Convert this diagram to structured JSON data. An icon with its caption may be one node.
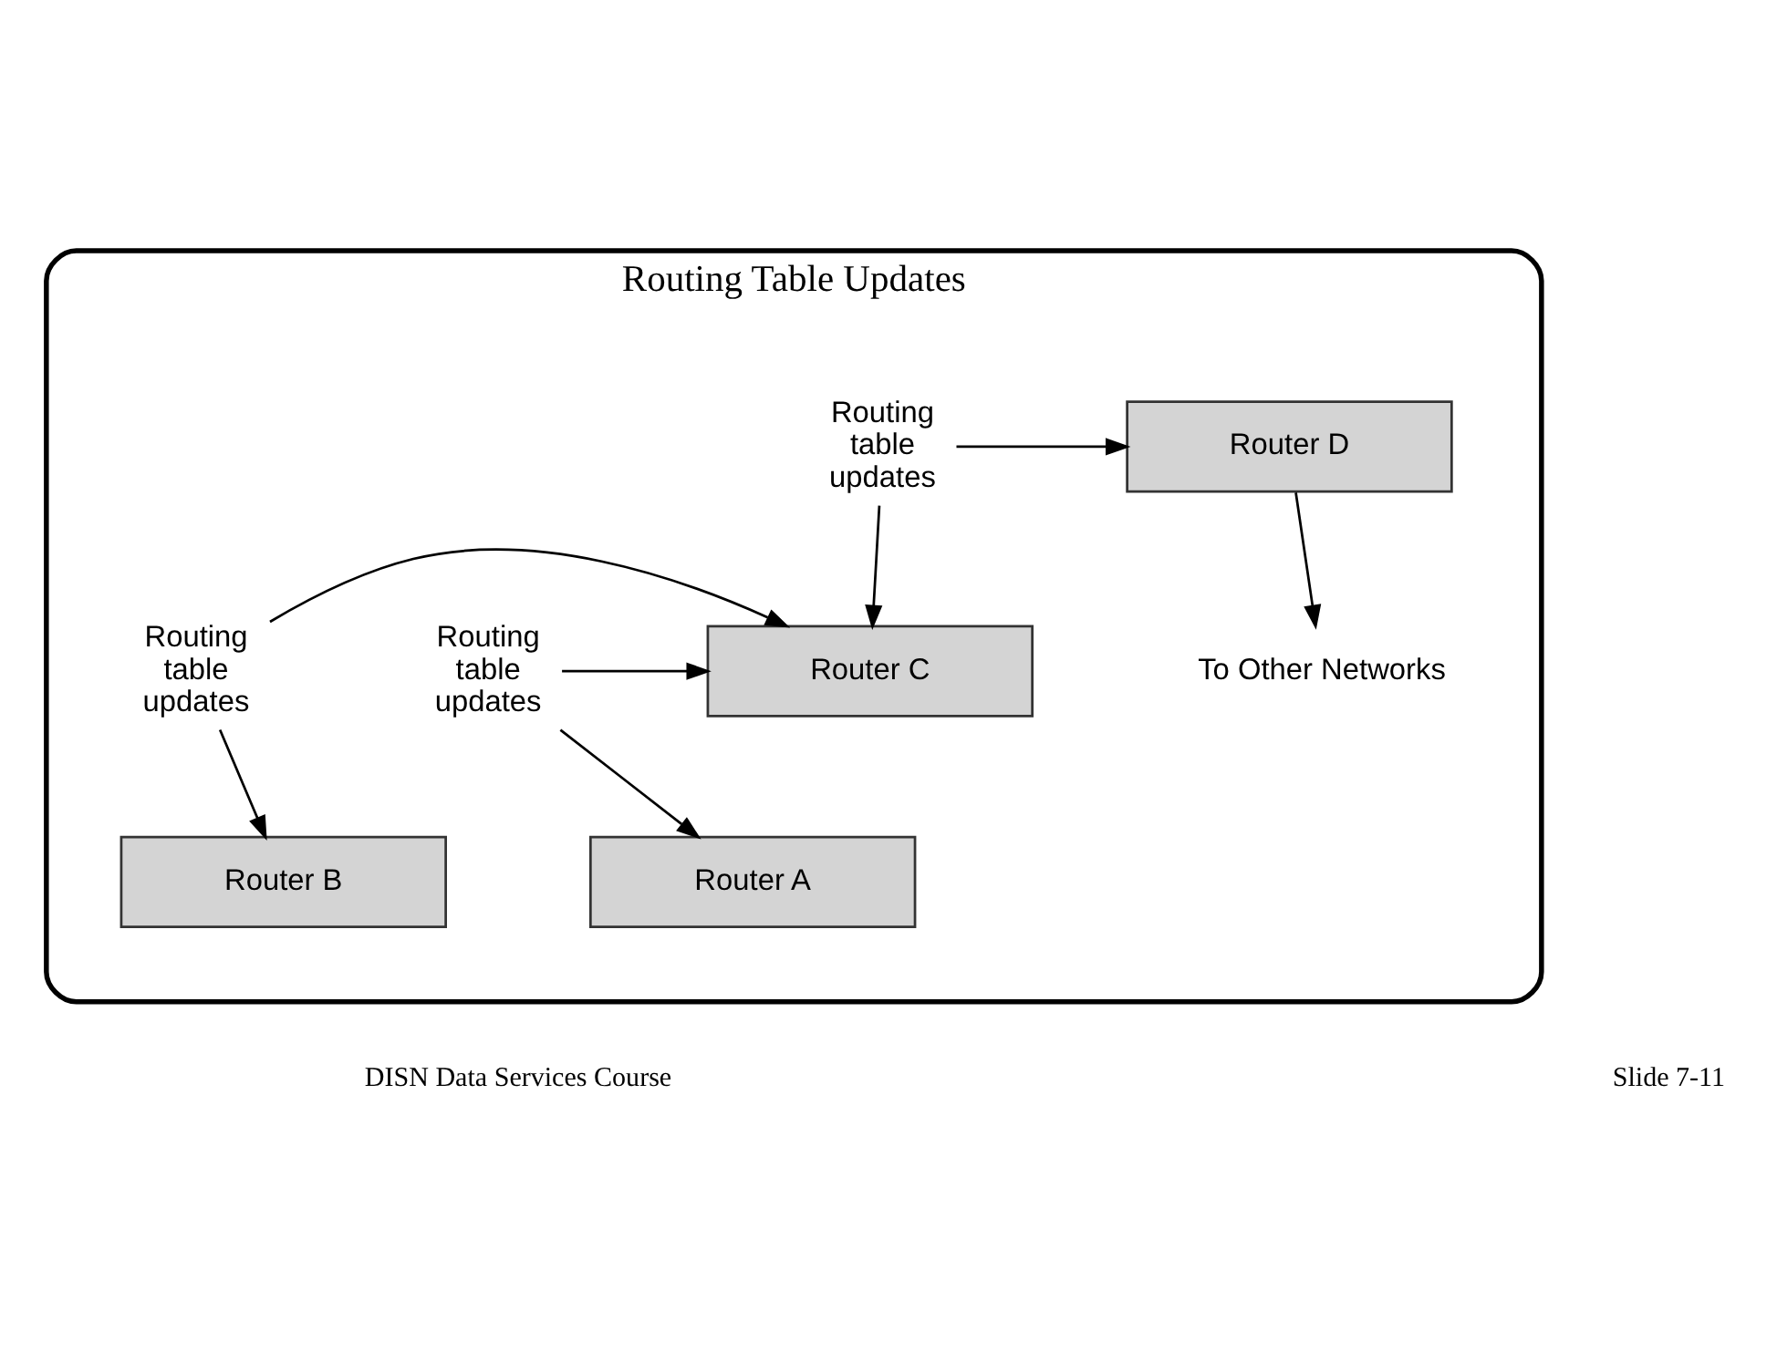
{
  "diagram": {
    "nodes": [
      {
        "text": [
          "Routing Table Updates"
        ]
      },
      {
        "text": [
          "To Other Networks"
        ],
        "in": 0
      },
      {
        "text": [
          "Routing table updates"
        ],
        "in": 0
      },
      {
        "text": [
          "Router D"
        ],
        "in": 0
      },
      {
        "text": [
          "Routing table updates"
        ],
        "in": 0
      },
      {
        "text": [
          "Router C"
        ],
        "in": 0
      },
      {
        "text": [
          "Routing table updates"
        ],
        "in": 0
      },
      {
        "text": [
          "Router A"
        ],
        "in": 0
      },
      {
        "text": [
          "Router B"
        ],
        "in": 0
      }
    ],
    "edges": [
      {
        "from": 3,
        "to": 1,
        "arrow": "to"
      },
      {
        "from": 2,
        "to": 3,
        "arrow": "to"
      },
      {
        "from": 2,
        "to": 5,
        "arrow": "to"
      },
      {
        "from": 4,
        "to": 5,
        "arrow": "to"
      },
      {
        "from": 4,
        "to": 7,
        "arrow": "to"
      },
      {
        "from": 6,
        "to": 5,
        "arrow": "to"
      },
      {
        "from": 6,
        "to": 8,
        "arrow": "to"
      }
    ],
    "labels": [
      "DISN Data Services Course",
      "Slide 7-11"
    ]
  }
}
